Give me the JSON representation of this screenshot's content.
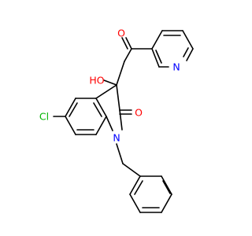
{
  "colors": {
    "bond": "#000000",
    "carbon": "#000000",
    "oxygen": "#ff0000",
    "nitrogen": "#0000ff",
    "chlorine": "#00b300",
    "background": "#ffffff"
  },
  "labels": {
    "o_ketone": "O",
    "n_pyridine": "N",
    "hydroxyl": "HO",
    "cl": "Cl",
    "o_lactam": "O",
    "n_indole": "N"
  }
}
